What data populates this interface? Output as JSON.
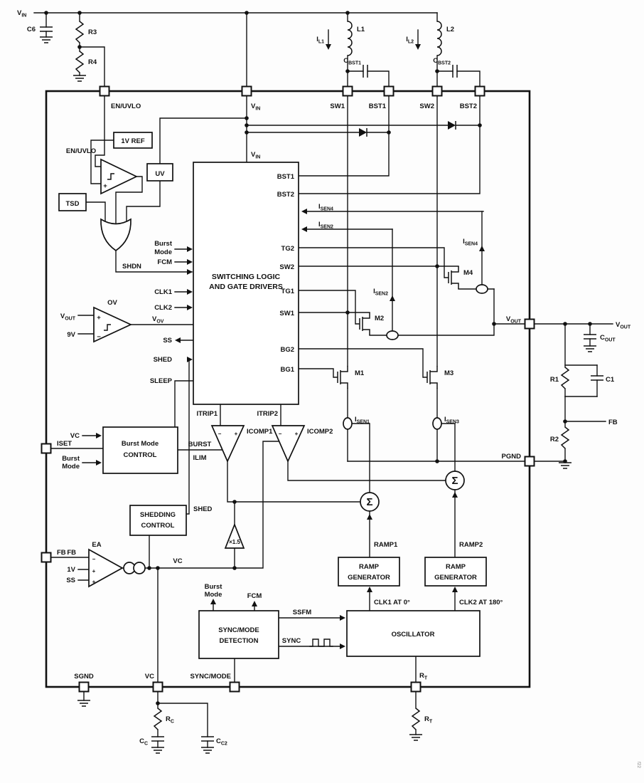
{
  "corner_note": "f22",
  "pins": {
    "en_uvlo": "EN/UVLO",
    "vin": {
      "b": "V",
      "s": "IN"
    },
    "sw1": "SW1",
    "bst1": "BST1",
    "sw2": "SW2",
    "bst2": "BST2",
    "vout": {
      "b": "V",
      "s": "OUT"
    },
    "pgnd": "PGND",
    "iset": "ISET",
    "fb": "FB",
    "sgnd": "SGND",
    "vc": "VC",
    "sync_mode": "SYNC/MODE",
    "rt": {
      "b": "R",
      "s": "T"
    }
  },
  "blocks": {
    "ref1v": "1V REF",
    "uv": "UV",
    "tsd": "TSD",
    "logic": [
      "SWITCHING LOGIC",
      "AND GATE DRIVERS"
    ],
    "burst": [
      "Burst Mode",
      "CONTROL"
    ],
    "shed": [
      "SHEDDING",
      "CONTROL"
    ],
    "syncdet": [
      "SYNC/MODE",
      "DETECTION"
    ],
    "osc": "OSCILLATOR",
    "ramp": [
      "RAMP",
      "GENERATOR"
    ]
  },
  "sig": {
    "bst1": "BST1",
    "bst2": "BST2",
    "tg1": "TG1",
    "tg2": "TG2",
    "sw1": "SW1",
    "sw2": "SW2",
    "bg1": "BG1",
    "bg2": "BG2",
    "vin": {
      "b": "V",
      "s": "IN"
    },
    "shdn": "SHDN",
    "burst": "Burst",
    "mode": "Mode",
    "fcm": "FCM",
    "clk1": "CLK1",
    "clk2": "CLK2",
    "ss": "SS",
    "shed": "SHED",
    "sleep": "SLEEP",
    "itrip1": "ITRIP1",
    "itrip2": "ITRIP2",
    "icomp1": "ICOMP1",
    "icomp2": "ICOMP2",
    "isen1": {
      "b": "I",
      "s": "SEN1"
    },
    "isen2": {
      "b": "I",
      "s": "SEN2"
    },
    "isen3": {
      "b": "I",
      "s": "SEN3"
    },
    "isen4": {
      "b": "I",
      "s": "SEN4"
    },
    "vov": {
      "b": "V",
      "s": "OV"
    },
    "vout": {
      "b": "V",
      "s": "OUT"
    },
    "ov": "OV",
    "ea": "EA",
    "en_uvlo": "EN/UVLO",
    "v9": "9V",
    "v1": "1V",
    "fb": "FB",
    "vc": "VC",
    "burst_ilim": [
      "BURST",
      "ILIM"
    ],
    "gain": "×1.5",
    "sigma": "Σ",
    "plus": "+",
    "minus": "−",
    "m1": "M1",
    "m2": "M2",
    "m3": "M3",
    "m4": "M4",
    "ramp1": "RAMP1",
    "ramp2": "RAMP2",
    "clk1_deg": "CLK1 AT 0°",
    "clk2_deg": "CLK2 AT 180°",
    "ssfm": "SSFM",
    "sync": "SYNC"
  },
  "ext": {
    "vin": {
      "b": "V",
      "s": "IN"
    },
    "c6": "C6",
    "r3": "R3",
    "r4": "R4",
    "l1": "L1",
    "l2": "L2",
    "il1": {
      "b": "I",
      "s": "L1"
    },
    "il2": {
      "b": "I",
      "s": "L2"
    },
    "cbst1": {
      "b": "C",
      "s": "BST1"
    },
    "cbst2": {
      "b": "C",
      "s": "BST2"
    },
    "vout": {
      "b": "V",
      "s": "OUT"
    },
    "cout": {
      "b": "C",
      "s": "OUT"
    },
    "r1": "R1",
    "c1": "C1",
    "r2": "R2",
    "fb": "FB",
    "rc": {
      "b": "R",
      "s": "C"
    },
    "cc": {
      "b": "C",
      "s": "C"
    },
    "cc2": {
      "b": "C",
      "s": "C2"
    },
    "rt": {
      "b": "R",
      "s": "T"
    }
  }
}
